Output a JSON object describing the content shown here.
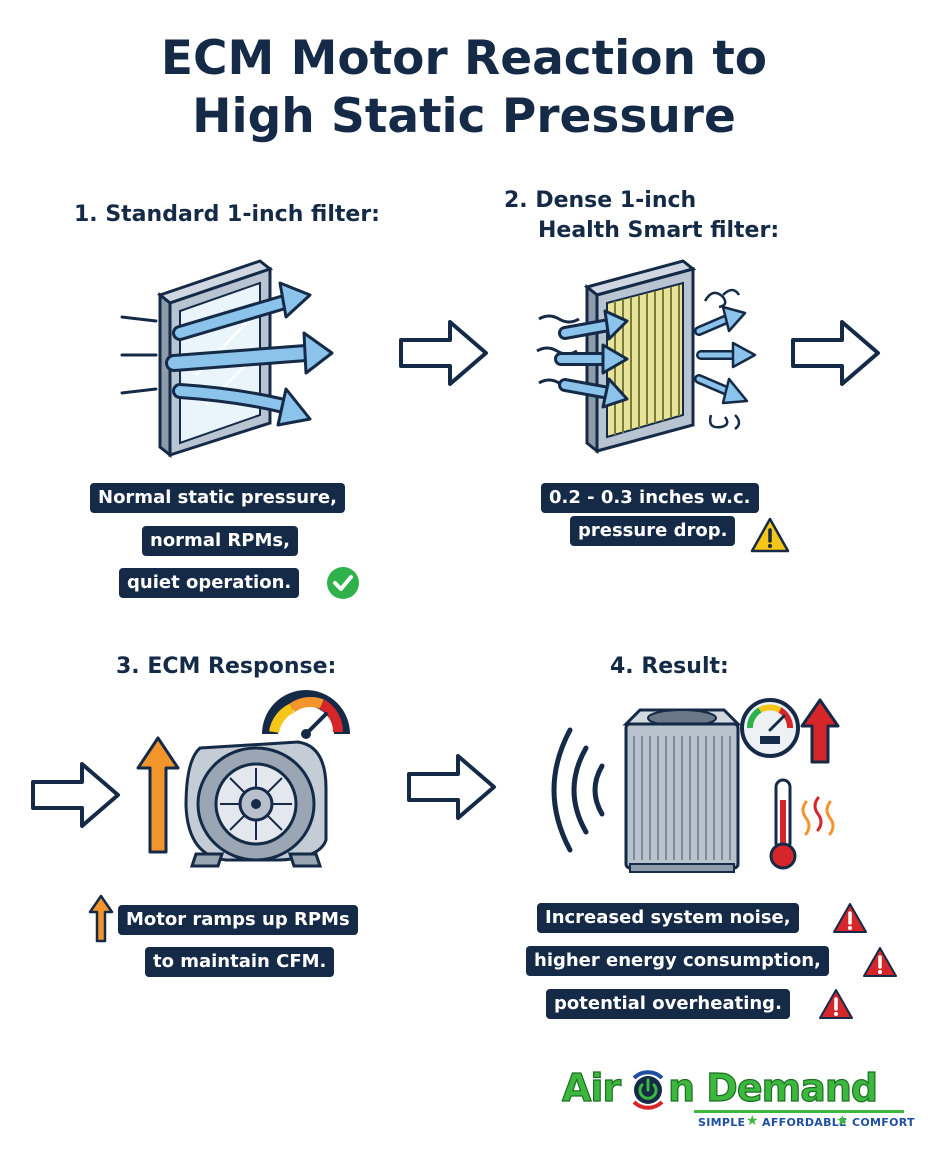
{
  "title": {
    "line1": "ECM Motor Reaction to",
    "line2": "High Static Pressure"
  },
  "steps": [
    {
      "heading_lines": [
        "1. Standard 1-inch filter:"
      ],
      "callouts": [
        "Normal static pressure,",
        "normal RPMs,",
        "quiet operation."
      ],
      "status_icon": "check-icon"
    },
    {
      "heading_lines": [
        "2. Dense 1-inch",
        "Health Smart filter:"
      ],
      "callouts": [
        "0.2 - 0.3 inches w.c.",
        "pressure drop."
      ],
      "status_icon": "warning-icon"
    },
    {
      "heading_lines": [
        "3. ECM Response:"
      ],
      "callouts": [
        "Motor ramps up RPMs",
        "to maintain CFM."
      ],
      "status_icon": "up-arrow-icon"
    },
    {
      "heading_lines": [
        "4. Result:"
      ],
      "callouts": [
        "Increased system noise,",
        "higher energy consumption,",
        "potential overheating."
      ],
      "status_icon": "alert-icon"
    }
  ],
  "logo": {
    "brand_left": "Air",
    "brand_right": "n Demand",
    "tagline": [
      "SIMPLE",
      "AFFORDABLE",
      "COMFORT"
    ]
  },
  "colors": {
    "navy": "#142a47",
    "arrow_blue": "#8cc3ea",
    "filter_frame": "#a9b7c6",
    "pleat_yellow": "#e7e49a",
    "orange": "#f2952c",
    "red": "#d7262a",
    "green": "#2fb24c",
    "warning_yellow": "#f5c518",
    "brand_green": "#3db83f"
  }
}
